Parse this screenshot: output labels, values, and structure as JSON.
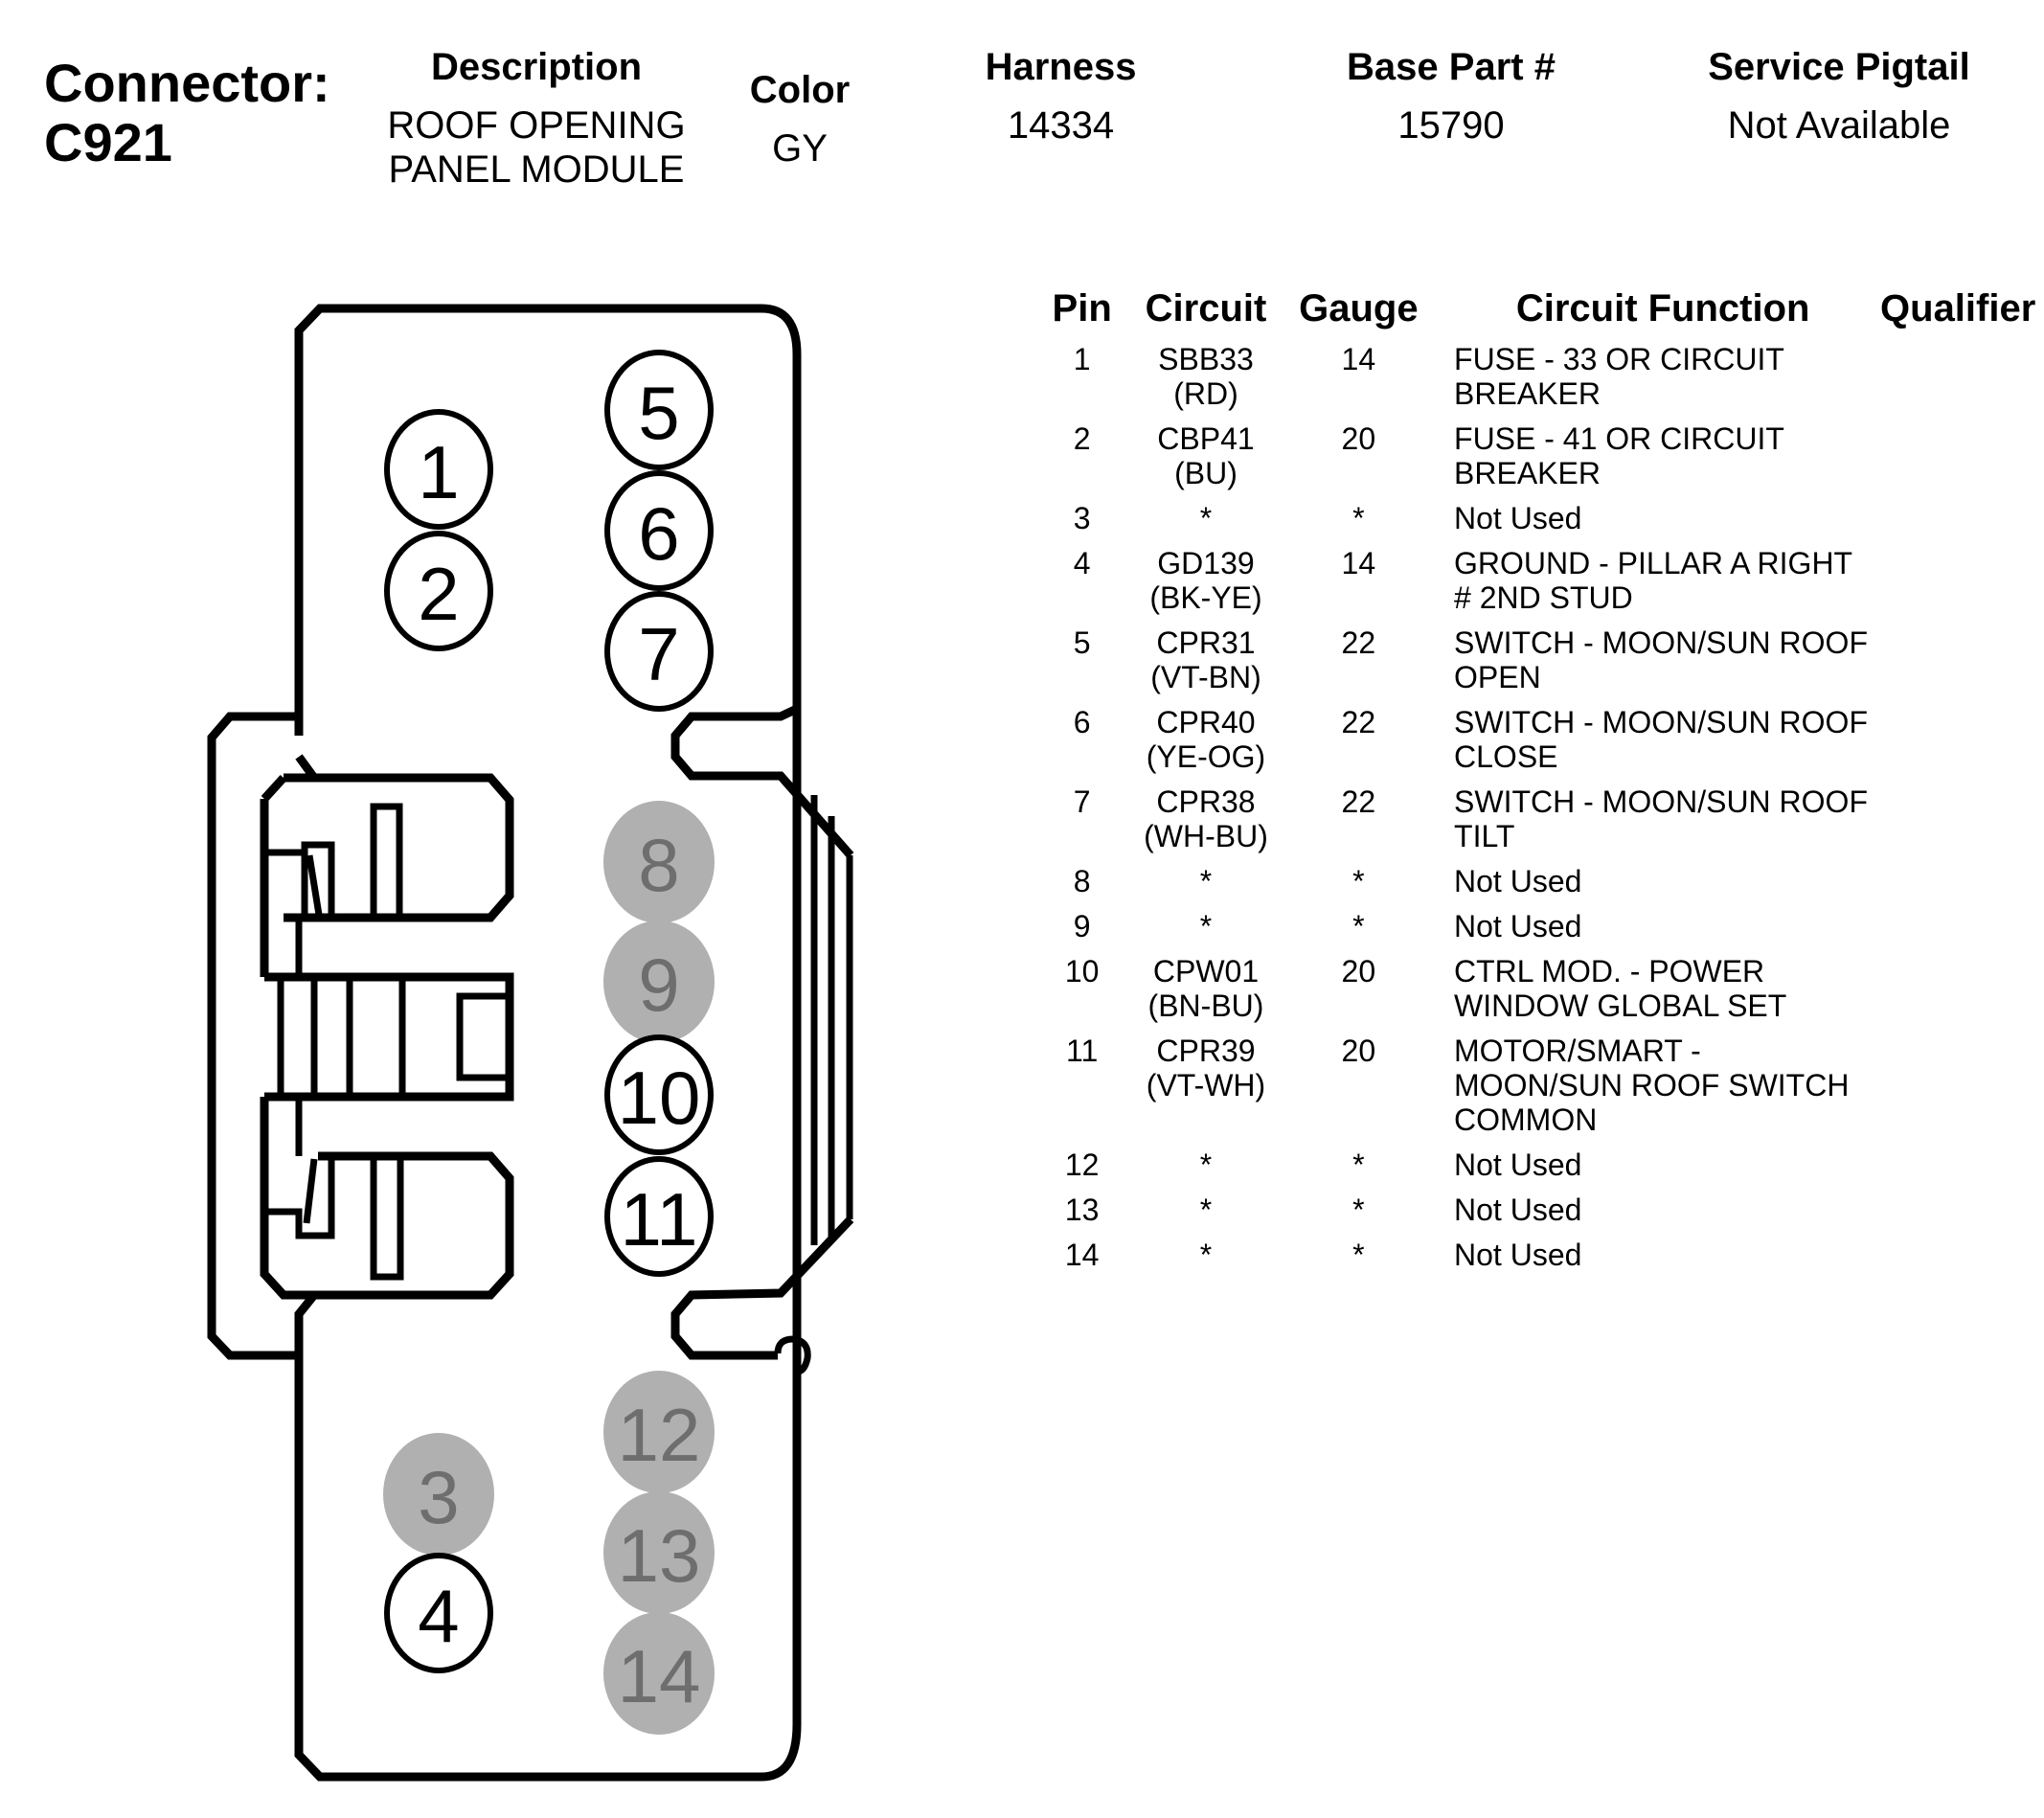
{
  "connector": {
    "label": "Connector:",
    "id": "C921"
  },
  "header": {
    "description_label": "Description",
    "description_lines": [
      "ROOF OPENING",
      "PANEL MODULE"
    ],
    "color_label": "Color",
    "color_value": "GY",
    "harness_label": "Harness",
    "harness_value": "14334",
    "base_part_label": "Base Part #",
    "base_part_value": "15790",
    "service_pigtail_label": "Service Pigtail",
    "service_pigtail_value": "Not Available"
  },
  "table": {
    "columns": [
      "Pin",
      "Circuit",
      "Gauge",
      "Circuit Function",
      "Qualifier"
    ],
    "rows": [
      {
        "pin": "1",
        "circuit": "SBB33",
        "wire_color": "(RD)",
        "gauge": "14",
        "function": [
          "FUSE - 33 OR CIRCUIT",
          "BREAKER"
        ],
        "qualifier": ""
      },
      {
        "pin": "2",
        "circuit": "CBP41",
        "wire_color": "(BU)",
        "gauge": "20",
        "function": [
          "FUSE - 41 OR CIRCUIT",
          "BREAKER"
        ],
        "qualifier": ""
      },
      {
        "pin": "3",
        "circuit": "*",
        "wire_color": "",
        "gauge": "*",
        "function": [
          "Not Used"
        ],
        "qualifier": ""
      },
      {
        "pin": "4",
        "circuit": "GD139",
        "wire_color": "(BK-YE)",
        "gauge": "14",
        "function": [
          "GROUND - PILLAR A RIGHT",
          "# 2ND STUD"
        ],
        "qualifier": ""
      },
      {
        "pin": "5",
        "circuit": "CPR31",
        "wire_color": "(VT-BN)",
        "gauge": "22",
        "function": [
          "SWITCH - MOON/SUN ROOF",
          "OPEN"
        ],
        "qualifier": ""
      },
      {
        "pin": "6",
        "circuit": "CPR40",
        "wire_color": "(YE-OG)",
        "gauge": "22",
        "function": [
          "SWITCH - MOON/SUN ROOF",
          "CLOSE"
        ],
        "qualifier": ""
      },
      {
        "pin": "7",
        "circuit": "CPR38",
        "wire_color": "(WH-BU)",
        "gauge": "22",
        "function": [
          "SWITCH - MOON/SUN ROOF",
          "TILT"
        ],
        "qualifier": ""
      },
      {
        "pin": "8",
        "circuit": "*",
        "wire_color": "",
        "gauge": "*",
        "function": [
          "Not Used"
        ],
        "qualifier": ""
      },
      {
        "pin": "9",
        "circuit": "*",
        "wire_color": "",
        "gauge": "*",
        "function": [
          "Not Used"
        ],
        "qualifier": ""
      },
      {
        "pin": "10",
        "circuit": "CPW01",
        "wire_color": "(BN-BU)",
        "gauge": "20",
        "function": [
          "CTRL MOD. - POWER",
          "WINDOW GLOBAL SET"
        ],
        "qualifier": ""
      },
      {
        "pin": "11",
        "circuit": "CPR39",
        "wire_color": "(VT-WH)",
        "gauge": "20",
        "function": [
          "MOTOR/SMART -",
          "MOON/SUN ROOF SWITCH",
          "COMMON"
        ],
        "qualifier": ""
      },
      {
        "pin": "12",
        "circuit": "*",
        "wire_color": "",
        "gauge": "*",
        "function": [
          "Not Used"
        ],
        "qualifier": ""
      },
      {
        "pin": "13",
        "circuit": "*",
        "wire_color": "",
        "gauge": "*",
        "function": [
          "Not Used"
        ],
        "qualifier": ""
      },
      {
        "pin": "14",
        "circuit": "*",
        "wire_color": "",
        "gauge": "*",
        "function": [
          "Not Used"
        ],
        "qualifier": ""
      }
    ]
  },
  "diagram": {
    "pins": [
      {
        "pin": "1",
        "used": true
      },
      {
        "pin": "2",
        "used": true
      },
      {
        "pin": "3",
        "used": false
      },
      {
        "pin": "4",
        "used": true
      },
      {
        "pin": "5",
        "used": true
      },
      {
        "pin": "6",
        "used": true
      },
      {
        "pin": "7",
        "used": true
      },
      {
        "pin": "8",
        "used": false
      },
      {
        "pin": "9",
        "used": false
      },
      {
        "pin": "10",
        "used": true
      },
      {
        "pin": "11",
        "used": true
      },
      {
        "pin": "12",
        "used": false
      },
      {
        "pin": "13",
        "used": false
      },
      {
        "pin": "14",
        "used": false
      }
    ],
    "colors": {
      "used_fill": "#ffffff",
      "unused_fill": "#b0b0b0",
      "unused_text": "#6e6e6e",
      "outline": "#000000"
    }
  }
}
